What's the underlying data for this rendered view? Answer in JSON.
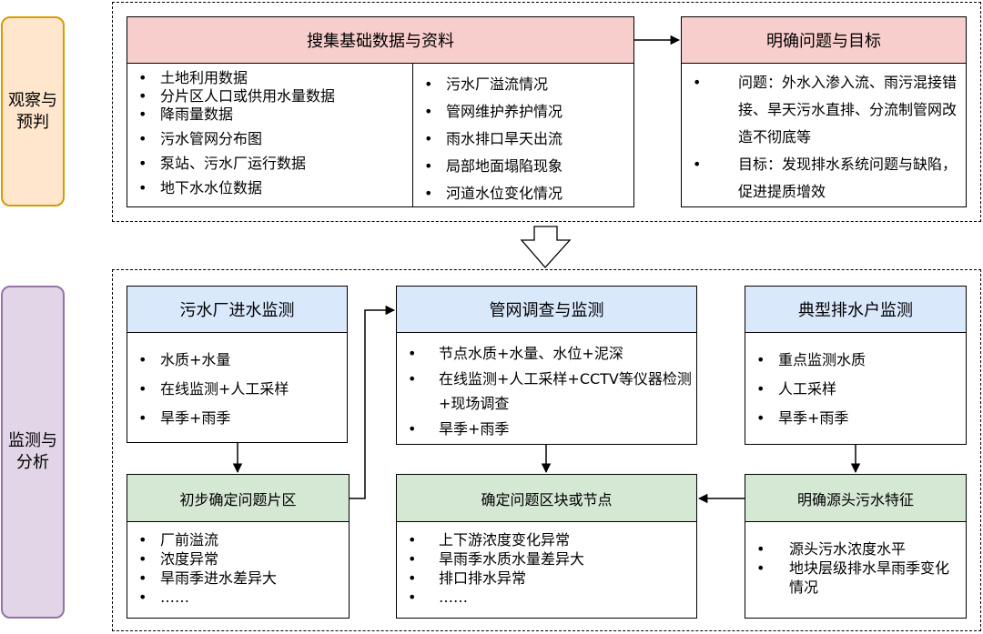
{
  "phases": {
    "observe": "观察与\n预判",
    "monitor": "监测与\n分析"
  },
  "top": {
    "collect": {
      "title": "搜集基础数据与资料",
      "left_items": [
        "土地利用数据",
        "分片区人口或供用水量数据",
        "降雨量数据",
        "污水管网分布图",
        "泵站、污水厂运行数据",
        "地下水水位数据"
      ],
      "right_items": [
        "污水厂溢流情况",
        "管网维护养护情况",
        "雨水排口旱天出流",
        "局部地面塌陷现象",
        "河道水位变化情况"
      ]
    },
    "goal": {
      "title": "明确问题与目标",
      "items": [
        "问题：外水入渗入流、雨污混接错接、旱天污水直排、分流制管网改造不彻底等",
        "目标：发现排水系统问题与缺陷，促进提质增效"
      ]
    }
  },
  "bottom": {
    "plant": {
      "title": "污水厂进水监测",
      "items": [
        "水质+水量",
        "在线监测+人工采样",
        "旱季+雨季"
      ]
    },
    "network": {
      "title": "管网调查与监测",
      "items": [
        "节点水质+水量、水位+泥深",
        "在线监测+人工采样+CCTV等仪器检测+现场调查",
        "旱季+雨季"
      ]
    },
    "household": {
      "title": "典型排水户监测",
      "items": [
        "重点监测水质",
        "人工采样",
        "旱季+雨季"
      ]
    },
    "area": {
      "title": "初步确定问题片区",
      "items": [
        "厂前溢流",
        "浓度异常",
        "旱雨季进水差异大",
        "……"
      ]
    },
    "node": {
      "title": "确定问题区块或节点",
      "items": [
        "上下游浓度变化异常",
        "旱雨季水质水量差异大",
        "排口排水异常",
        "……"
      ]
    },
    "source": {
      "title": "明确源头污水特征",
      "items": [
        "源头污水浓度水平",
        "地块层级排水旱雨季变化情况"
      ]
    }
  }
}
